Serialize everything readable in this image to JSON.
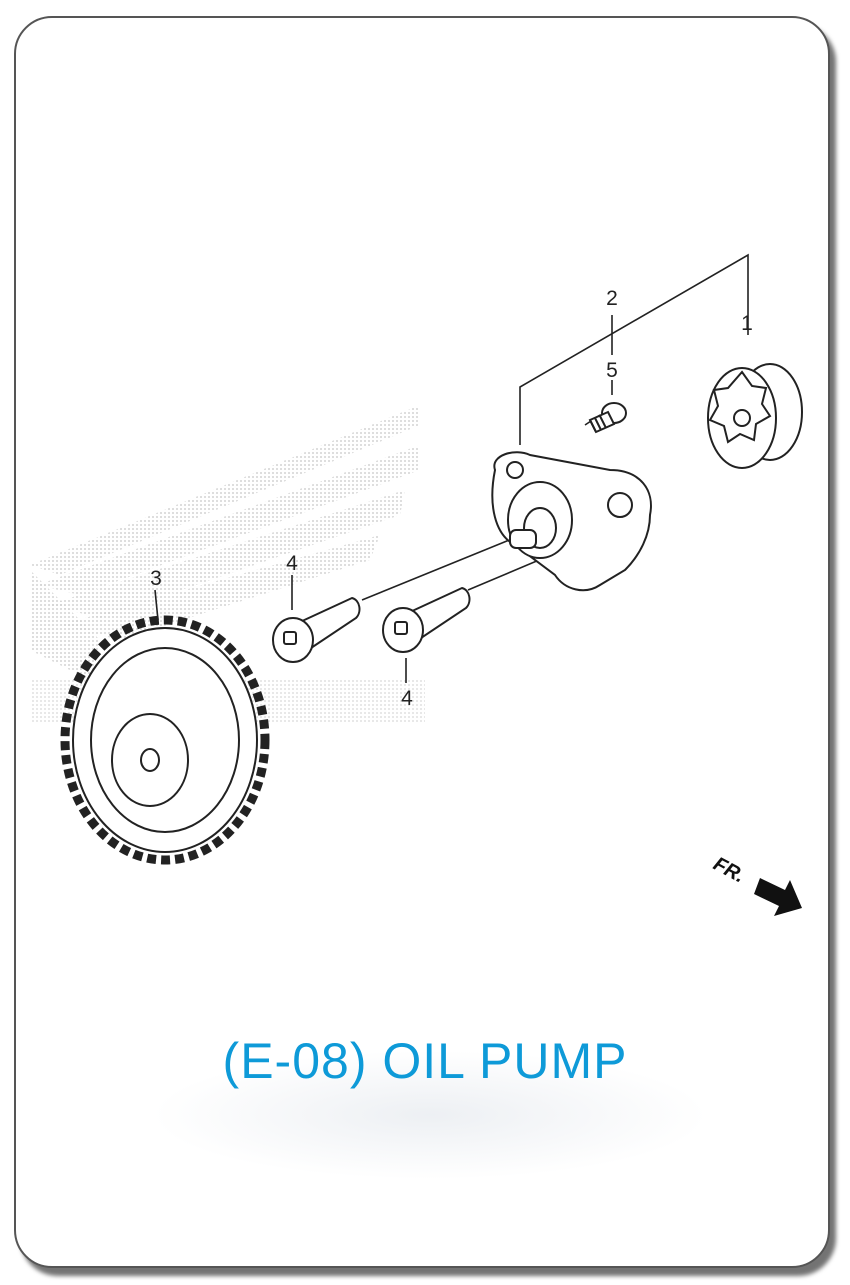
{
  "title": "(E-08) OIL PUMP",
  "direction_label": "FR.",
  "callouts": {
    "c1": "1",
    "c2": "2",
    "c3": "3",
    "c4a": "4",
    "c4b": "4",
    "c5": "5"
  },
  "colors": {
    "title": "#0e9ad8",
    "line_art": "#222222",
    "watermark": "#c8c8c8"
  }
}
